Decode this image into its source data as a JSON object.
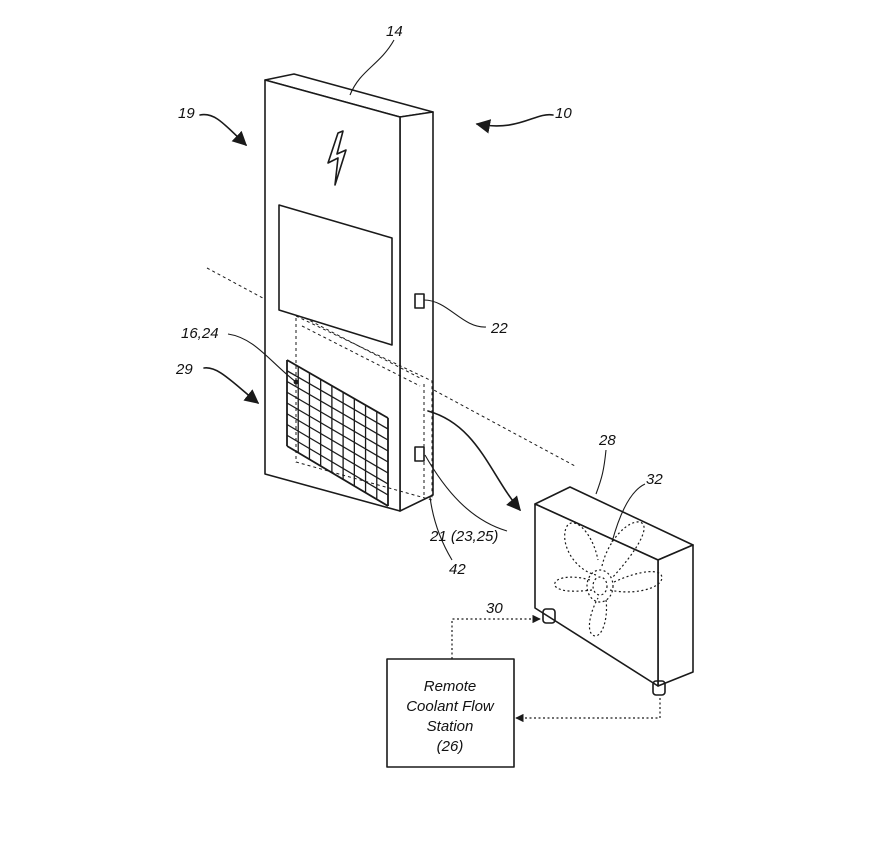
{
  "labels": {
    "ref_10": "10",
    "ref_14": "14",
    "ref_19": "19",
    "ref_22": "22",
    "ref_16_24": "16,24",
    "ref_29": "29",
    "ref_28": "28",
    "ref_32": "32",
    "ref_21": "21 (23,25)",
    "ref_42": "42",
    "ref_30": "30"
  },
  "station_box": {
    "line1": "Remote",
    "line2": "Coolant Flow",
    "line3": "Station",
    "line4": "(26)"
  },
  "icons": {
    "charger_symbol": "lightning-bolt-icon",
    "fan": "fan-icon"
  }
}
